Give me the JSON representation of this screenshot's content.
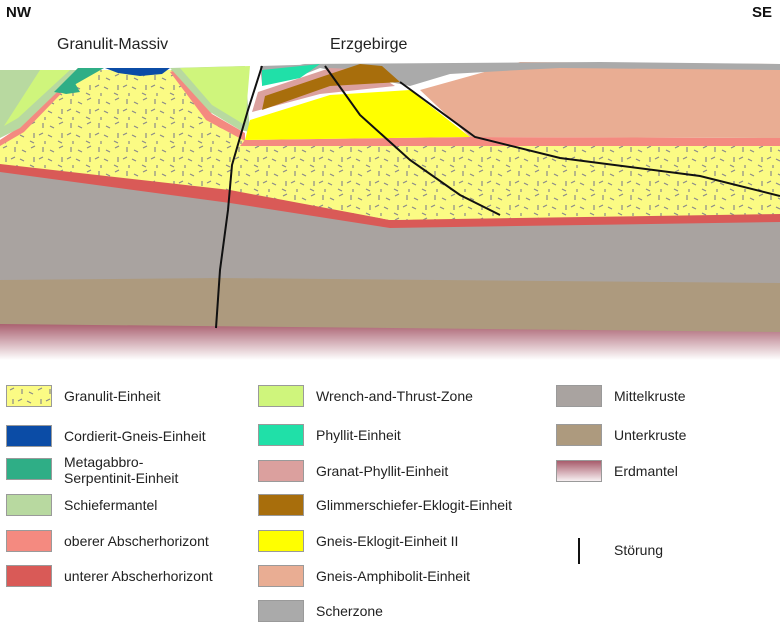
{
  "header": {
    "left_dir": "NW",
    "right_dir": "SE",
    "region_left": "Granulit-Massiv",
    "region_right": "Erzgebirge"
  },
  "colors": {
    "granulit": "#fbfb84",
    "granulit_dash": "#8a8a8a",
    "cordierit": "#0b4ca6",
    "metagabbro": "#2fae86",
    "schiefermantel": "#b8d9a0",
    "oberer": "#f48a80",
    "unterer": "#d95a57",
    "wrench": "#cff57c",
    "phyllit": "#20e0a8",
    "granat": "#dba09e",
    "glimmer": "#a86e0c",
    "gneis_eklogit": "#ffff00",
    "gneis_amphibolit": "#e9ad93",
    "scherzone": "#aaaaaa",
    "mittelkruste": "#a9a3a0",
    "unterkruste": "#ad9a7e",
    "erdmantel": "#a85c6c"
  },
  "legend": {
    "col1": [
      {
        "key": "granulit",
        "label": "Granulit-Einheit",
        "pattern": true
      },
      {
        "key": "cordierit",
        "label": "Cordierit-Gneis-Einheit"
      },
      {
        "key": "metagabbro",
        "label": "Metagabbro-\nSerpentinit-Einheit"
      },
      {
        "key": "schiefermantel",
        "label": "Schiefermantel"
      },
      {
        "key": "oberer",
        "label": "oberer Abscherhorizont"
      },
      {
        "key": "unterer",
        "label": "unterer Abscherhorizont"
      }
    ],
    "col2": [
      {
        "key": "wrench",
        "label": "Wrench-and-Thrust-Zone"
      },
      {
        "key": "phyllit",
        "label": "Phyllit-Einheit"
      },
      {
        "key": "granat",
        "label": "Granat-Phyllit-Einheit"
      },
      {
        "key": "glimmer",
        "label": "Glimmerschiefer-Eklogit-Einheit"
      },
      {
        "key": "gneis_eklogit",
        "label": "Gneis-Eklogit-Einheit II"
      },
      {
        "key": "gneis_amphibolit",
        "label": "Gneis-Amphibolit-Einheit"
      },
      {
        "key": "scherzone",
        "label": "Scherzone"
      }
    ],
    "col3": [
      {
        "key": "mittelkruste",
        "label": "Mittelkruste"
      },
      {
        "key": "unterkruste",
        "label": "Unterkruste"
      },
      {
        "key": "erdmantel",
        "label": "Erdmantel",
        "gradient": true
      }
    ],
    "fault": {
      "label": "Störung"
    }
  }
}
